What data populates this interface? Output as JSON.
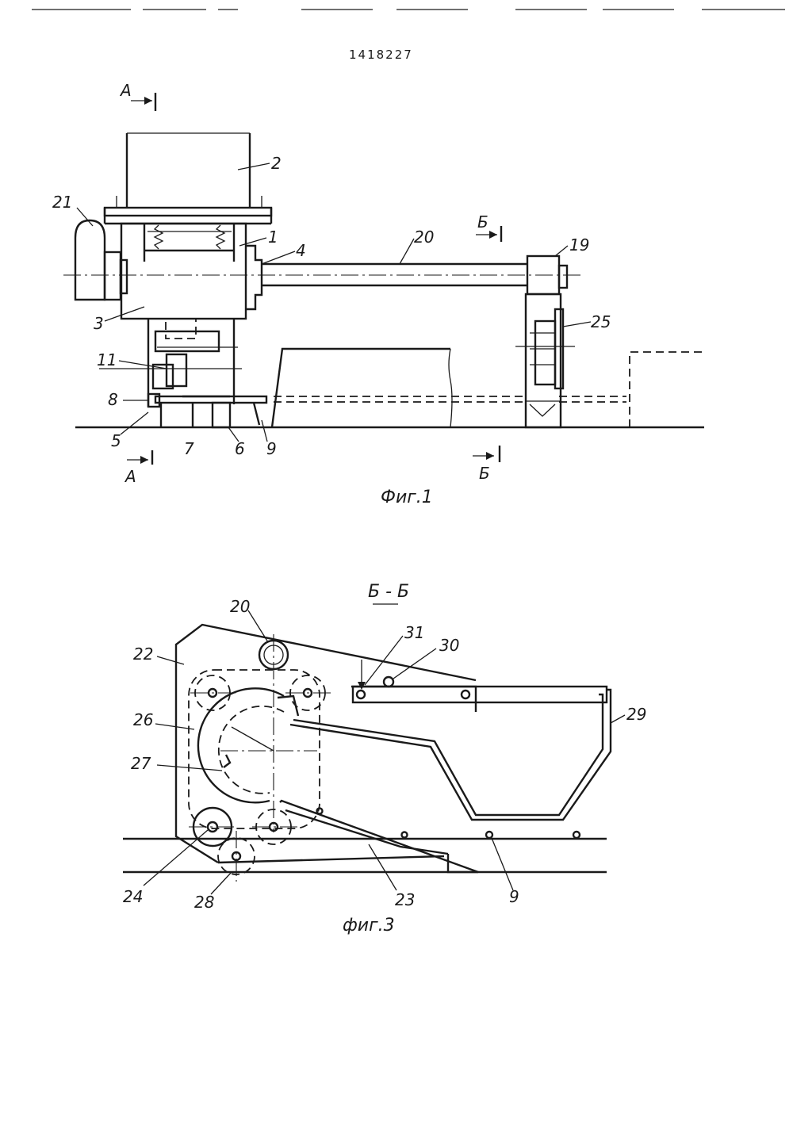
{
  "document": {
    "number": "1418227"
  },
  "figure1": {
    "caption": "Фиг.1",
    "section_marks": {
      "a_top": "А",
      "a_bottom": "А",
      "b_top": "Б",
      "b_bottom": "Б"
    },
    "labels": {
      "l21": "21",
      "l2": "2",
      "l1": "1",
      "l4": "4",
      "l20": "20",
      "l19": "19",
      "l3": "3",
      "l25": "25",
      "l11": "11",
      "l8": "8",
      "l5": "5",
      "l7": "7",
      "l6": "6",
      "l9": "9"
    }
  },
  "figure3": {
    "caption": "фиг.3",
    "section_title": "Б - Б",
    "labels": {
      "l20": "20",
      "l31": "31",
      "l30": "30",
      "l22": "22",
      "l29": "29",
      "l26": "26",
      "l27": "27",
      "l24": "24",
      "l28": "28",
      "l23": "23",
      "l9": "9"
    }
  }
}
